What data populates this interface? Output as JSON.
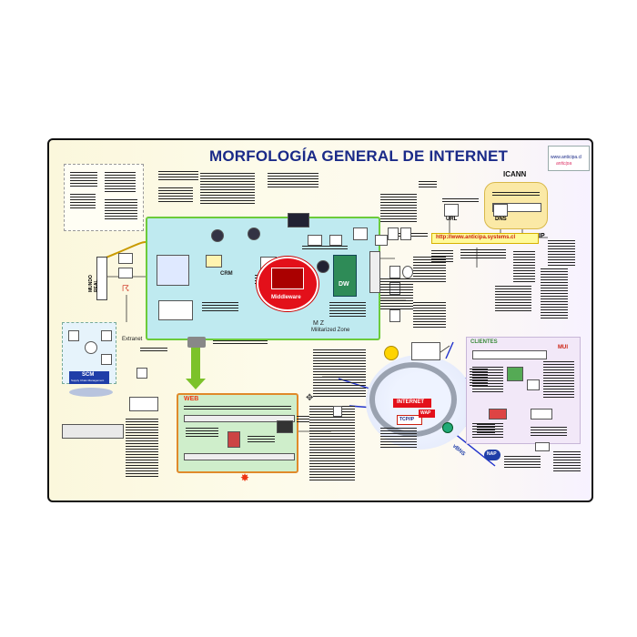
{
  "poster": {
    "title": "MORFOLOGÍA GENERAL DE INTERNET",
    "logo": {
      "url": "www.anticipa.cl",
      "name": "anticipa"
    }
  },
  "zones": {
    "mundo_real": "MUNDO REAL",
    "extranet": "Extranet",
    "middleware": "Middleware",
    "crm": "CRM",
    "dw": "DW",
    "militarized_zone": "M Z",
    "militarized_zone_full": "Militarized Zone",
    "scm": "SCM",
    "scm_full": "Supply Chain Management",
    "web": "WEB",
    "icann": "ICANN",
    "url": "URL",
    "dns": "DNS",
    "ip": "IP",
    "url_example": "http://www.anticipa.systems.cl",
    "clientes": "CLIENTES",
    "mui": "MUI",
    "internet": "INTERNET",
    "tcpip": "TCP/IP",
    "wap": "WAP",
    "nap": "NAP",
    "vbns": "vBNS"
  },
  "colors": {
    "title": "#1a2a88",
    "middleware": "#e3101a",
    "mz_fill": "#bfeaf0",
    "mz_border": "#6ccb3a",
    "web_fill": "#cfeecb",
    "web_border": "#e08a2a",
    "icann_fill": "#fbe9a6",
    "clientes_fill": "#f2e8f8"
  }
}
